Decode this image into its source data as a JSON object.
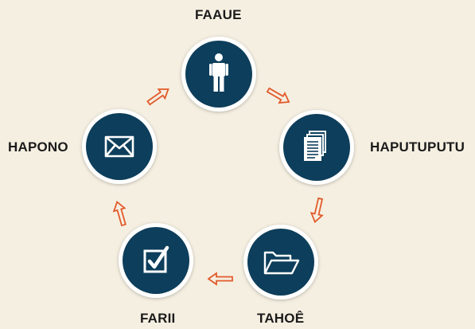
{
  "nodes": [
    {
      "id": "person",
      "label": "FAAUE",
      "icon": "person-icon"
    },
    {
      "id": "documents",
      "label": "HAPUTUPUTU",
      "icon": "documents-icon"
    },
    {
      "id": "folder",
      "label": "TAHOÊ",
      "icon": "folder-icon"
    },
    {
      "id": "checkbox",
      "label": "FARII",
      "icon": "checkbox-icon"
    },
    {
      "id": "mail",
      "label": "HAPONO",
      "icon": "envelope-icon"
    }
  ],
  "colors": {
    "background": "#f5efe1",
    "circle_fill": "#0d3e5b",
    "circle_ring": "#ffffff",
    "icon": "#ffffff",
    "arrow": "#e25a2b"
  }
}
